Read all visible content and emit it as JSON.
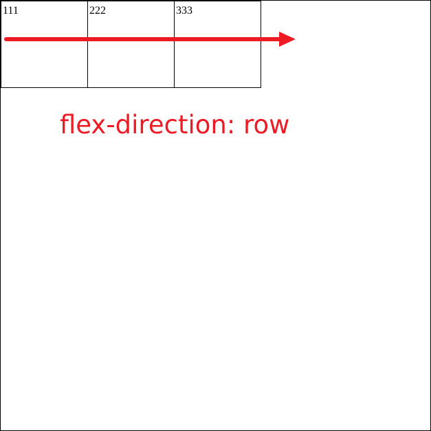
{
  "items": [
    {
      "label": "111"
    },
    {
      "label": "222"
    },
    {
      "label": "333"
    }
  ],
  "caption": "flex-direction: row",
  "colors": {
    "arrow": "#ed1c24",
    "caption": "#ed1c24",
    "border": "#000000",
    "background": "#ffffff"
  },
  "icons": {
    "direction_arrow": "right-arrow-icon"
  }
}
